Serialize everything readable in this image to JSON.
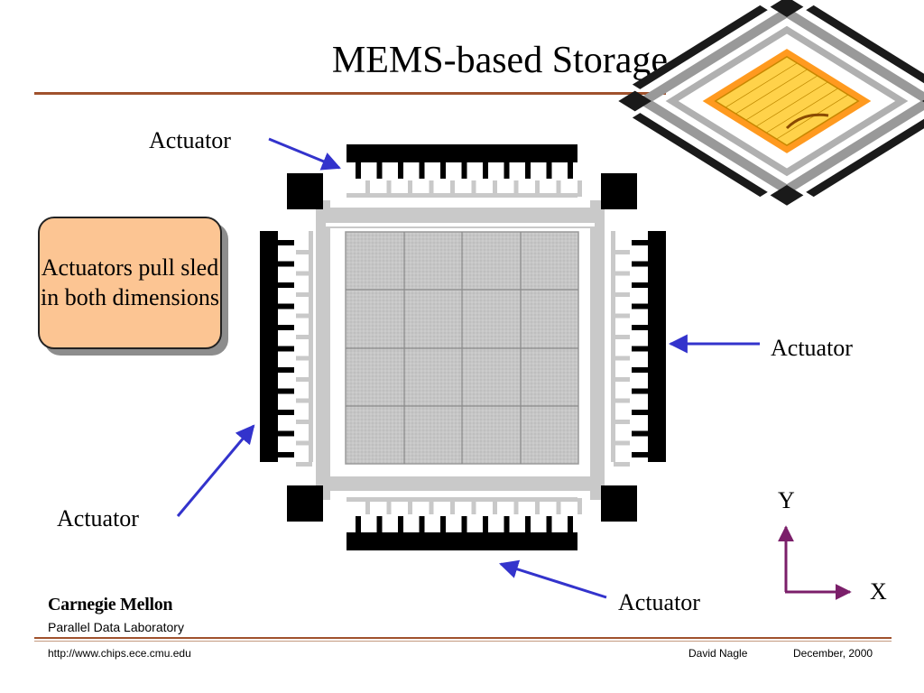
{
  "slide": {
    "title": "MEMS-based Storage",
    "callout": "Actuators pull sled in both dimensions",
    "actuator_labels": {
      "top": "Actuator",
      "right": "Actuator",
      "left": "Actuator",
      "bottom": "Actuator"
    },
    "axes": {
      "y": "Y",
      "x": "X"
    }
  },
  "footer": {
    "logo": "Carnegie Mellon",
    "lab": "Parallel Data Laboratory",
    "url": "http://www.chips.ece.cmu.edu",
    "author": "David Nagle",
    "date": "December, 2000"
  },
  "colors": {
    "accent_rule": "#a0522d",
    "arrow": "#3333cc",
    "axis": "#7b1f6a",
    "callout_fill": "#fcc593",
    "sled": "#c8c8c8",
    "spring": "#c9c9c9",
    "actuator": "#000000",
    "chip_gold": "#e8a700"
  },
  "icons": {
    "chip_image": "mems-chip-3d-illustration"
  }
}
